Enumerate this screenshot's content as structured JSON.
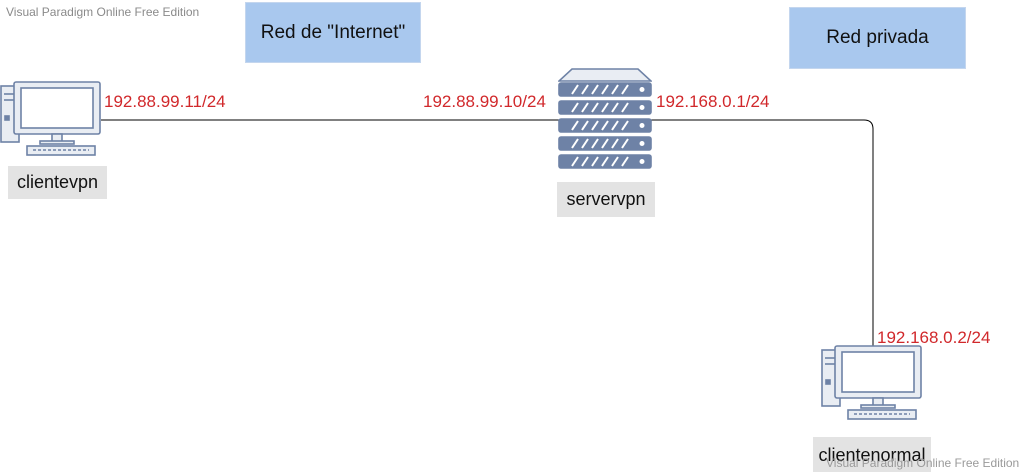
{
  "watermark": {
    "top": "Visual Paradigm Online Free Edition",
    "bottom": "Visual Paradigm Online Free Edition"
  },
  "networks": {
    "internet": "Red de \"Internet\"",
    "private": "Red privada"
  },
  "nodes": {
    "clientevpn": {
      "label": "clientevpn",
      "ip": "192.88.99.11/24",
      "icon": "desktop-computer-icon"
    },
    "servervpn": {
      "label": "servervpn",
      "ip_left": "192.88.99.10/24",
      "ip_right": "192.168.0.1/24",
      "icon": "server-rack-icon"
    },
    "clientenormal": {
      "label": "clientenormal",
      "ip": "192.168.0.2/24",
      "icon": "desktop-computer-icon"
    }
  },
  "colors": {
    "ip_text": "#d1282b",
    "network_box": "#a9c8ee",
    "label_bg": "#e3e3e3",
    "icon_stroke": "#6e82a6",
    "icon_fill": "#e9edf3"
  }
}
